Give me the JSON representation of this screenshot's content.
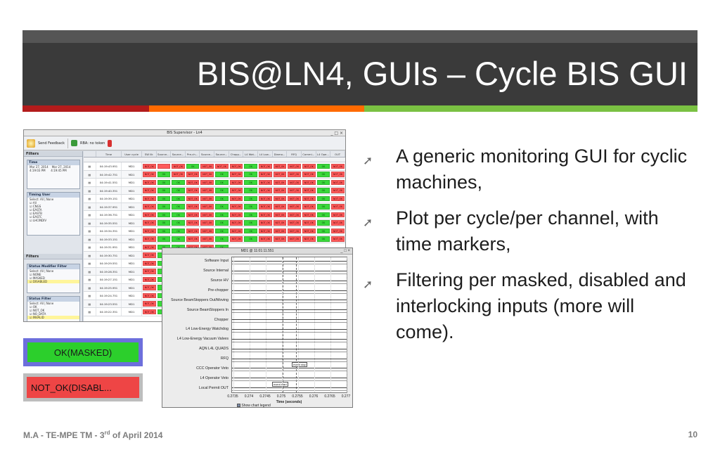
{
  "slide": {
    "title": "BIS@LN4, GUIs – Cycle BIS GUI",
    "bullets": [
      "A generic monitoring GUI for cyclic machines,",
      "Plot per cycle/per channel, with time markers,",
      "Filtering per masked, disabled and interlocking inputs (more will come)."
    ],
    "footer_left_pre": "M.A - TE-MPE TM - 3",
    "footer_left_sup": "rd",
    "footer_left_post": " of April 2014",
    "page_number": "10",
    "bullet_icon": "arrow-icon"
  },
  "supervisor": {
    "window_title": "BIS Supervisor - Ln4",
    "toolbar": {
      "feedback": "Send Feedback",
      "rba": "RBA: no token"
    },
    "filters_label": "Filters",
    "time_box": {
      "title": "Time",
      "from_date": "Mar 27, 2014",
      "to_date": "Mar 27, 2014",
      "from_time": "4:19:03 PM",
      "to_time": "4:19:45 PM"
    },
    "timing_box": {
      "title": "Timing User",
      "select": "Select: All | None",
      "users": [
        "All",
        "CNGS",
        "EASTA",
        "EASTB",
        "EASTC",
        "LHCINDIV"
      ]
    },
    "filters2_label": "Filters",
    "mask_box": {
      "title": "Status Modifier Filter",
      "select": "Select: All | None",
      "items": [
        "NONE",
        "MASKED",
        "DISABLED"
      ]
    },
    "status_box": {
      "title": "Status Filter",
      "select": "Select: All | None",
      "items": [
        "OK",
        "NOT_OK",
        "NO_DATA",
        "INVALID"
      ]
    },
    "columns": [
      "",
      "Time",
      "User cycle",
      "SW Ilk",
      "Source...",
      "Source...",
      "Pre-ch...",
      "Source...",
      "Source...",
      "Chopp...",
      "L4 Wat...",
      "L4 Low...",
      "Diamo...",
      "RFQ",
      "Commi...",
      "L4 Ope...",
      "OUT"
    ],
    "rows": [
      {
        "time": "04:19:43.951",
        "user": "MD1",
        "s": "BOBGBBBGBBBBGBBB"
      },
      {
        "time": "04:19:42.751",
        "user": "MD1",
        "s": "BGBBBGBGBBBBGBBB"
      },
      {
        "time": "04:19:41.551",
        "user": "MD1",
        "s": "BGGBBGBGBBBBGBBB"
      },
      {
        "time": "04:19:40.351",
        "user": "MD1",
        "s": "BGGBBGBGBBBBGBBB"
      },
      {
        "time": "04:19:39.151",
        "user": "MD1",
        "s": "BGGBBGBGBBBBGBBB"
      },
      {
        "time": "04:19:37.951",
        "user": "MD1",
        "s": "BGGBBGBGBBBBGBBB"
      },
      {
        "time": "04:19:36.751",
        "user": "MD1",
        "s": "BGGBBGBGBBBBGBBB"
      },
      {
        "time": "04:19:35.551",
        "user": "MD1",
        "s": "BGGBBGBGBBBBGBBB"
      },
      {
        "time": "04:19:34.351",
        "user": "MD1",
        "s": "BGGBBGBGBBBBGBBB"
      },
      {
        "time": "04:19:33.151",
        "user": "MD1",
        "s": "BGGBBGBGBBBBGBBB"
      },
      {
        "time": "04:19:31.951",
        "user": "MD1",
        "s": "BGGBBG"
      },
      {
        "time": "04:19:30.751",
        "user": "MD1",
        "s": "BGGBBG"
      },
      {
        "time": "04:19:29.551",
        "user": "MD1",
        "s": "BGGBBG"
      },
      {
        "time": "04:19:28.351",
        "user": "MD1",
        "s": "BGGBBG"
      },
      {
        "time": "04:19:27.151",
        "user": "MD1",
        "s": "BGGBBG"
      },
      {
        "time": "04:19:25.951",
        "user": "MD1",
        "s": "BGGBBG"
      },
      {
        "time": "04:19:24.751",
        "user": "MD1",
        "s": "BGGBBG"
      },
      {
        "time": "04:19:23.551",
        "user": "MD1",
        "s": "BGGBBG"
      },
      {
        "time": "04:19:22.351",
        "user": "MD1",
        "s": "BGGBBG"
      }
    ],
    "status_labels": {
      "B": "NOT_OK",
      "G": "OK"
    },
    "colors": {
      "not_ok": "#ff5a5a",
      "ok": "#3ad83a"
    }
  },
  "plot": {
    "window_title": "MD1 @ 11:01:11.551",
    "channels": [
      "Software Input",
      "Source Internal",
      "Source HV",
      "Pre-chopper",
      "Source BeamStoppers Out/Moving",
      "Source BeamStoppers In",
      "Chopper",
      "L4 Low-Energy Watchdog",
      "L4 Low-Energy Vacuum Valves",
      "AQN L4L QUADS",
      "RFQ",
      "CCC Operator Veto",
      "L4 Operator Veto",
      "Local Permit OUT"
    ],
    "x_ticks": [
      "0.2735",
      "0.274",
      "0.2745",
      "0.275",
      "0.2755",
      "0.276",
      "0.2765",
      "0.277"
    ],
    "x_title": "Time (seconds)",
    "legend_toggle": "Show chart legend",
    "event_start": "event start",
    "event_stop": "event stop"
  },
  "widgets": {
    "ok_masked": "OK(MASKED)",
    "not_ok_disabled": "NOT_OK(DISABL..."
  },
  "colors": {
    "title_band": "#3a3a3a",
    "strip_red": "#b31b1b",
    "strip_orange": "#ff6a00",
    "strip_green": "#7ac142",
    "ok_green": "#2ccf2c",
    "not_ok_red": "#ee4545",
    "masked_frame": "#6d6fdc"
  }
}
